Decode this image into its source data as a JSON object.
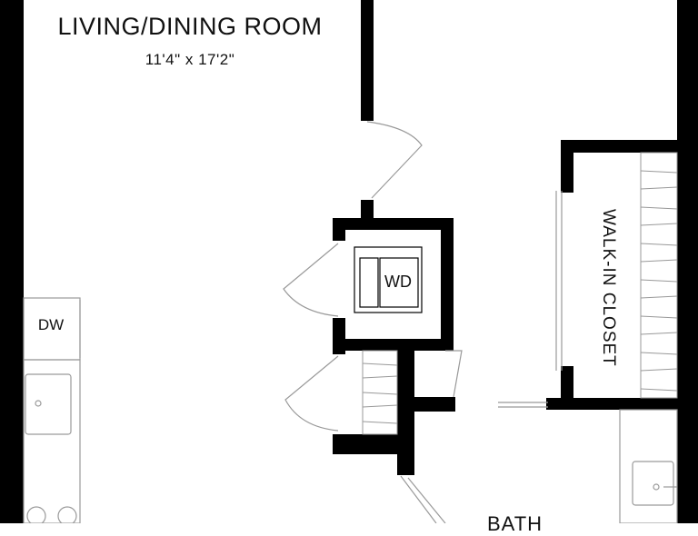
{
  "floorplan": {
    "living_room": {
      "name": "LIVING/DINING ROOM",
      "dimensions": "11'4\" x 17'2\""
    },
    "laundry": {
      "label": "WD"
    },
    "kitchen": {
      "dishwasher_label": "DW"
    },
    "closet": {
      "name": "WALK-IN CLOSET"
    },
    "bath": {
      "name": "BATH"
    },
    "colors": {
      "wall": "#000000",
      "fixture": "#9a9a9a",
      "background": "#ffffff"
    }
  }
}
